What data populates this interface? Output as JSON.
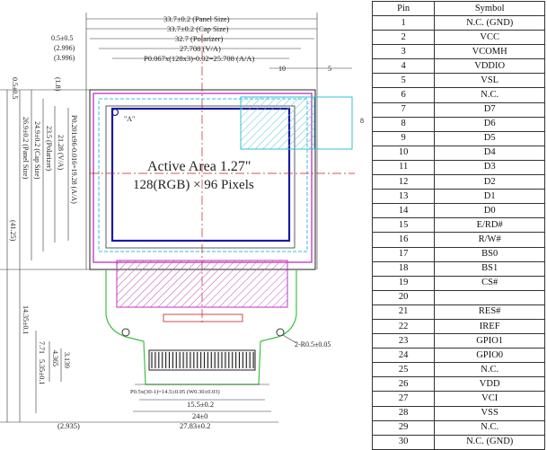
{
  "drawing": {
    "panel_size_dim": "33.7±0.2 (Panel Size)",
    "cap_size_dim": "33.7±0.2 (Cap Size)",
    "polarizer_dim": "32.7 (Polarizer)",
    "va_dim": "27.708 (V/A)",
    "pixel_pitch_dim": "P0.067x(128x3)-0.02=25.708 (A/A)",
    "left_05": "0.5±0.5",
    "left_2996": "(2.996)",
    "left_3996": "(3.996)",
    "dim_10": "10",
    "dim_5": "5",
    "dim_8": "8",
    "v_05": "0.5±0.5",
    "v_18": "(1.8)",
    "v_aa": "P0.201x96-0.016=19.28 (A/A)",
    "v_va": "21.28 (V/A)",
    "v_pol": "23.5 (Polarizer)",
    "v_cap": "24.9±0.2 (Cap Size)",
    "v_panel": "26.9±0.2 (Panel Size)",
    "v_total": "(41.25)",
    "v_1435": "14.35±0.1",
    "v_771": "7.71",
    "v_535": "5.35±0.1",
    "v_4365": "4.365",
    "v_3139": "3.139",
    "marker_a": "\"A\"",
    "active_line1": "Active Area 1.27\"",
    "active_line2": "128(RGB) × 96 Pixels",
    "radius_note": "2-R0.5±0.05",
    "pitch_note": "P0.5x(30-1)=14.5±0.05 (W0.30±0.03)",
    "dim_155": "15.5±0.2",
    "dim_24": "24±0",
    "dim_2783": "27.83±0.2",
    "dim_2935": "(2.935)"
  },
  "table": {
    "header_pin": "Pin",
    "header_symbol": "Symbol",
    "rows": [
      {
        "pin": "1",
        "symbol": "N.C. (GND)"
      },
      {
        "pin": "2",
        "symbol": "VCC"
      },
      {
        "pin": "3",
        "symbol": "VCOMH"
      },
      {
        "pin": "4",
        "symbol": "VDDIO"
      },
      {
        "pin": "5",
        "symbol": "VSL"
      },
      {
        "pin": "6",
        "symbol": "N.C."
      },
      {
        "pin": "7",
        "symbol": "D7"
      },
      {
        "pin": "8",
        "symbol": "D6"
      },
      {
        "pin": "9",
        "symbol": "D5"
      },
      {
        "pin": "10",
        "symbol": "D4"
      },
      {
        "pin": "11",
        "symbol": "D3"
      },
      {
        "pin": "12",
        "symbol": "D2"
      },
      {
        "pin": "13",
        "symbol": "D1"
      },
      {
        "pin": "14",
        "symbol": "D0"
      },
      {
        "pin": "15",
        "symbol": "E/RD#"
      },
      {
        "pin": "16",
        "symbol": "R/W#"
      },
      {
        "pin": "17",
        "symbol": "BS0"
      },
      {
        "pin": "18",
        "symbol": "BS1"
      },
      {
        "pin": "19",
        "symbol": "CS#"
      },
      {
        "pin": "20",
        "symbol": ""
      },
      {
        "pin": "21",
        "symbol": "RES#"
      },
      {
        "pin": "22",
        "symbol": "IREF"
      },
      {
        "pin": "23",
        "symbol": "GPIO1"
      },
      {
        "pin": "24",
        "symbol": "GPIO0"
      },
      {
        "pin": "25",
        "symbol": "N.C."
      },
      {
        "pin": "26",
        "symbol": "VDD"
      },
      {
        "pin": "27",
        "symbol": "VCI"
      },
      {
        "pin": "28",
        "symbol": "VSS"
      },
      {
        "pin": "29",
        "symbol": "N.C."
      },
      {
        "pin": "30",
        "symbol": "N.C. (GND)"
      }
    ]
  },
  "colors": {
    "panel_outline": "#222222",
    "cap_outline": "#c030c0",
    "active_area": "#1a1aa0",
    "cyan_region": "#30c0d0",
    "fpc": "#40c040",
    "center_line": "#c02020",
    "hatch": "#c050c0"
  }
}
